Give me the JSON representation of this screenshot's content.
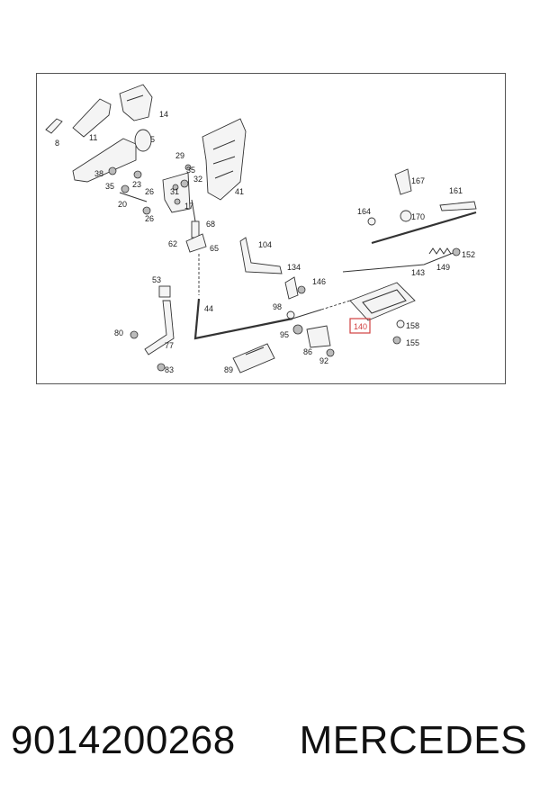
{
  "diagram": {
    "labels": {
      "p8": "8",
      "p11": "11",
      "p14": "14",
      "p5": "5",
      "p29": "29",
      "p35a": "35",
      "p32": "32",
      "p38": "38",
      "p23": "23",
      "p35b": "35",
      "p26a": "26",
      "p31": "31",
      "p41": "41",
      "p20": "20",
      "p26b": "26",
      "p17": "17",
      "p68": "68",
      "p62": "62",
      "p65": "65",
      "p104": "104",
      "p134": "134",
      "p146": "146",
      "p44": "44",
      "p98": "98",
      "p53": "53",
      "p80": "80",
      "p77": "77",
      "p83": "83",
      "p95": "95",
      "p86": "86",
      "p92": "92",
      "p89": "89",
      "p167": "167",
      "p161": "161",
      "p164": "164",
      "p170": "170",
      "p152": "152",
      "p149": "149",
      "p143": "143",
      "p158": "158",
      "p155": "155",
      "p140": "140"
    },
    "highlight_color": "#d04040"
  },
  "caption": {
    "part_number": "9014200268",
    "brand": "MERCEDES"
  }
}
